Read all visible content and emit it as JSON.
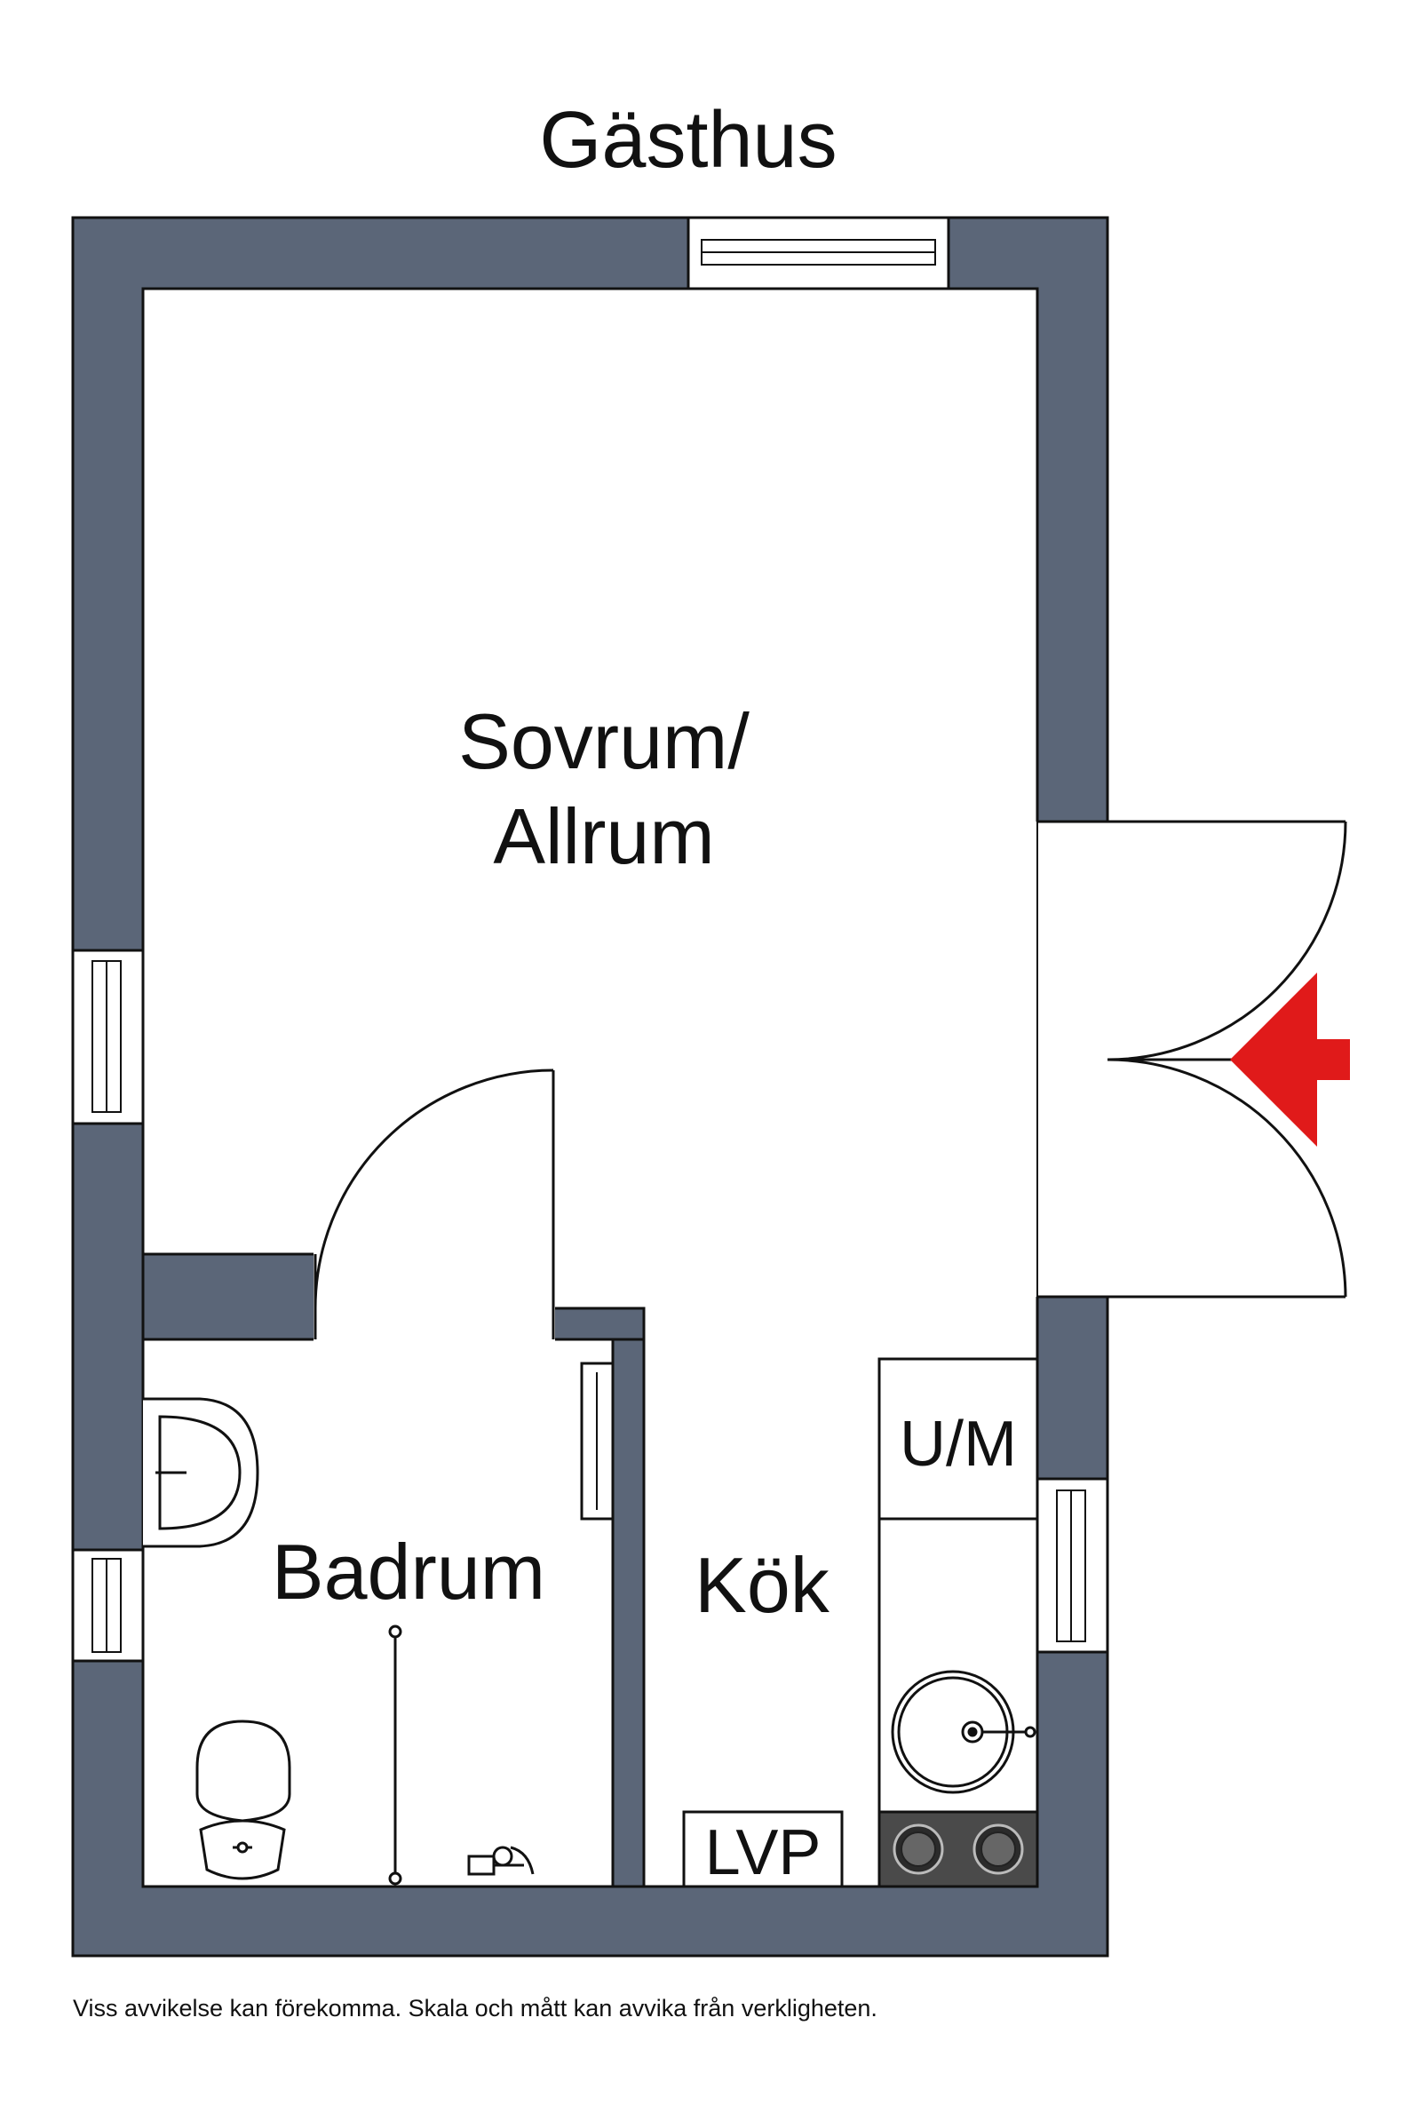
{
  "title": "Gästhus",
  "rooms": {
    "living": {
      "line1": "Sovrum/",
      "line2": "Allrum"
    },
    "bath": "Badrum",
    "kitchen": "Kök",
    "washer": "U/M",
    "heatpump": "LVP"
  },
  "footer": "Viss avvikelse kan förekomma. Skala och mått kan avvika från verkligheten.",
  "colors": {
    "wall": "#5b6678",
    "entrance_arrow": "#e01a1a",
    "stove": "#4a4a4a"
  },
  "icons": [
    "window-icon",
    "door-swing-icon",
    "entrance-arrow-icon",
    "sink-icon",
    "toilet-icon",
    "shower-icon",
    "stove-icon"
  ]
}
